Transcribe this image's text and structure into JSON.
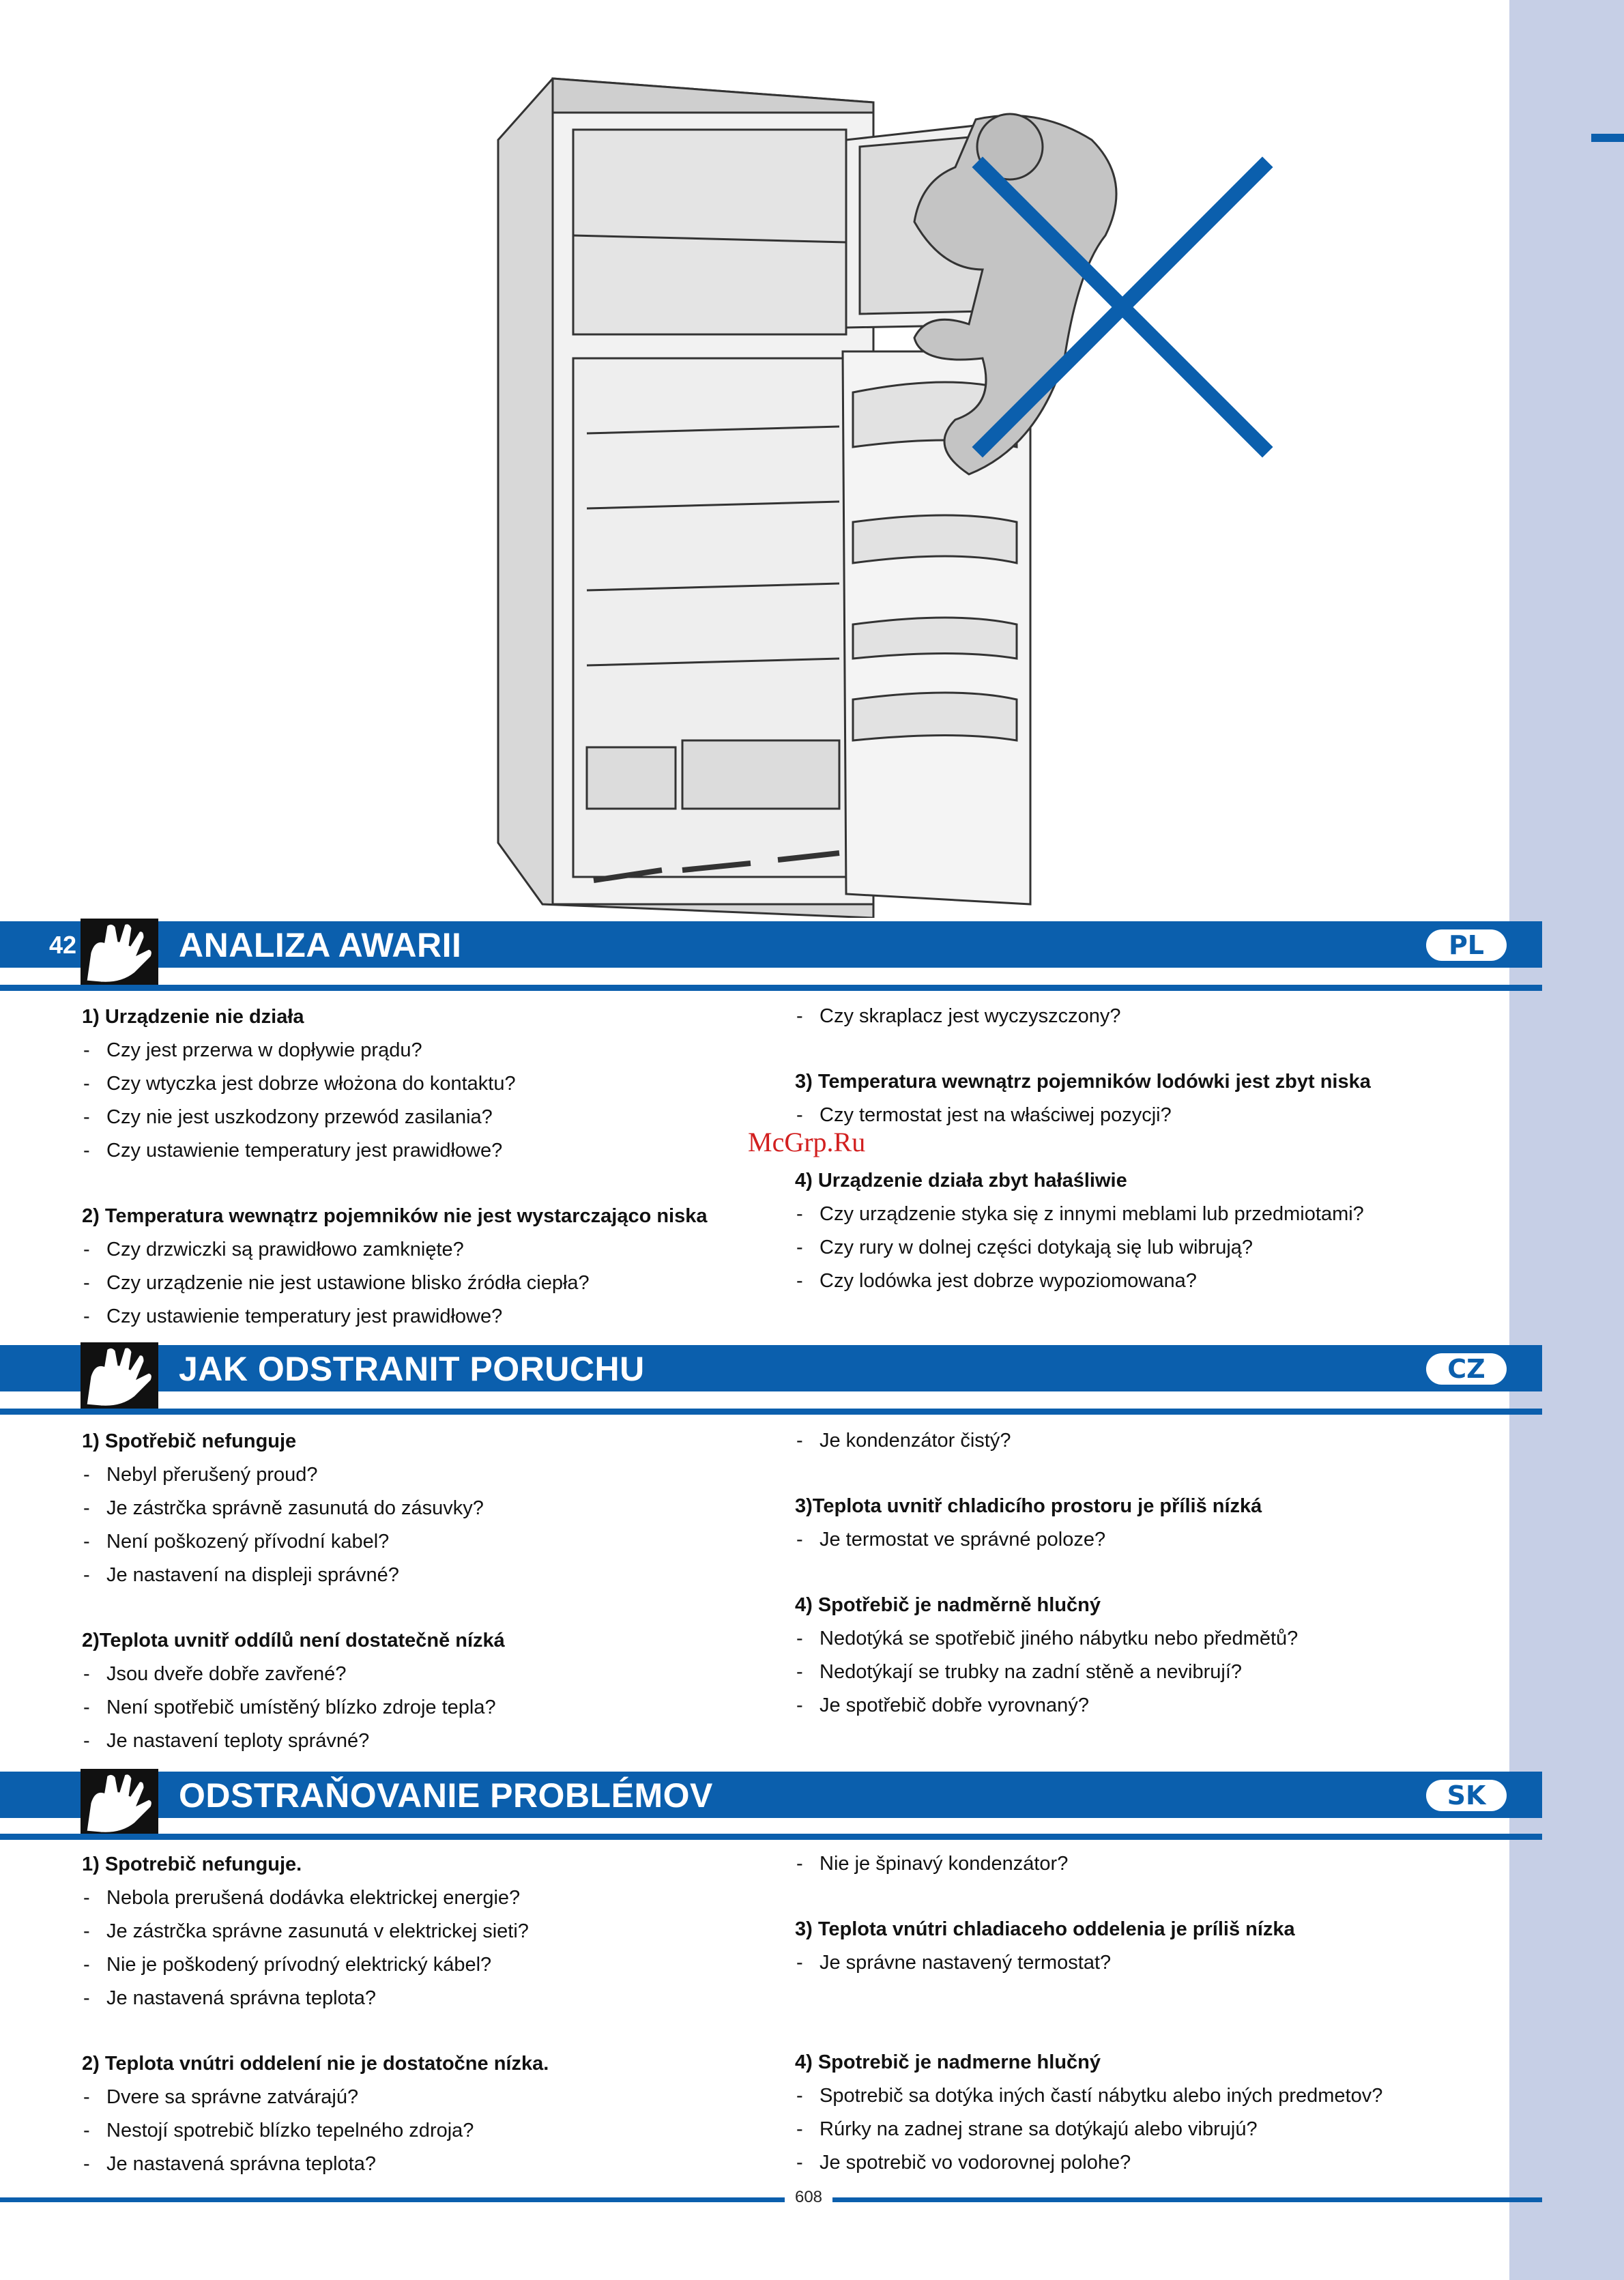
{
  "page_number": "42",
  "watermark": "McGrp.Ru",
  "footer_page": "608",
  "colors": {
    "accent": "#0b5fad",
    "side_strip": "#c6cfe6",
    "watermark": "#d21f1f"
  },
  "icons": [
    "hand-icon",
    "cross-out-icon",
    "refrigerator-illustration"
  ],
  "sections": [
    {
      "title": "ANALIZA AWARII",
      "lang": "PL",
      "left": [
        {
          "type": "head",
          "text": "1) Urządzenie nie działa"
        },
        {
          "type": "item",
          "text": "Czy jest przerwa w dopływie prądu?"
        },
        {
          "type": "item",
          "text": "Czy wtyczka jest dobrze włożona do kontaktu?"
        },
        {
          "type": "item",
          "text": "Czy nie jest uszkodzony przewód zasilania?"
        },
        {
          "type": "item",
          "text": "Czy ustawienie temperatury jest prawidłowe?"
        },
        {
          "type": "gap"
        },
        {
          "type": "head",
          "text": "2) Temperatura wewnątrz pojemników nie jest wystarczająco niska"
        },
        {
          "type": "item",
          "text": "Czy drzwiczki są prawidłowo zamknięte?"
        },
        {
          "type": "item",
          "text": "Czy urządzenie nie jest ustawione blisko źródła ciepła?"
        },
        {
          "type": "item",
          "text": "Czy ustawienie temperatury jest prawidłowe?"
        }
      ],
      "right": [
        {
          "type": "item",
          "text": "Czy skraplacz jest wyczyszczony?"
        },
        {
          "type": "gap"
        },
        {
          "type": "head",
          "text": "3) Temperatura wewnątrz pojemników lodówki jest zbyt niska"
        },
        {
          "type": "item",
          "text": "Czy termostat jest na właściwej pozycji?"
        },
        {
          "type": "gap"
        },
        {
          "type": "head",
          "text": "4) Urządzenie działa zbyt hałaśliwie"
        },
        {
          "type": "item",
          "text": "Czy urządzenie styka się z innymi meblami lub przedmiotami?"
        },
        {
          "type": "item",
          "text": "Czy rury w dolnej części dotykają się lub wibrują?"
        },
        {
          "type": "item",
          "text": "Czy lodówka jest dobrze wypoziomowana?"
        }
      ]
    },
    {
      "title": "JAK ODSTRANIT PORUCHU",
      "lang": "CZ",
      "left": [
        {
          "type": "head",
          "text": "1) Spotřebič nefunguje"
        },
        {
          "type": "item",
          "text": "Nebyl přerušený proud?"
        },
        {
          "type": "item",
          "text": "Je zástrčka správně zasunutá do zásuvky?"
        },
        {
          "type": "item",
          "text": "Není poškozený přívodní kabel?"
        },
        {
          "type": "item",
          "text": "Je nastavení na displeji správné?"
        },
        {
          "type": "gap"
        },
        {
          "type": "head",
          "text": "2)Teplota uvnitř oddílů není dostatečně nízká"
        },
        {
          "type": "item",
          "text": "Jsou dveře dobře zavřené?"
        },
        {
          "type": "item",
          "text": "Není spotřebič umístěný blízko zdroje tepla?"
        },
        {
          "type": "item",
          "text": "Je nastavení teploty správné?"
        }
      ],
      "right": [
        {
          "type": "item",
          "text": "Je kondenzátor čistý?"
        },
        {
          "type": "gap"
        },
        {
          "type": "head",
          "text": "3)Teplota uvnitř chladicího prostoru je příliš nízká"
        },
        {
          "type": "item",
          "text": "Je termostat ve správné poloze?"
        },
        {
          "type": "gap"
        },
        {
          "type": "head",
          "text": "4) Spotřebič je nadměrně hlučný"
        },
        {
          "type": "item",
          "text": "Nedotýká se spotřebič jiného nábytku nebo předmětů?"
        },
        {
          "type": "item",
          "text": "Nedotýkají se trubky na zadní stěně a nevibrují?"
        },
        {
          "type": "item",
          "text": "Je spotřebič dobře vyrovnaný?"
        }
      ]
    },
    {
      "title": "ODSTRAŇOVANIE PROBLÉMOV",
      "lang": "SK",
      "left": [
        {
          "type": "head",
          "text": "1) Spotrebič nefunguje."
        },
        {
          "type": "item",
          "text": "Nebola prerušená dodávka elektrickej energie?"
        },
        {
          "type": "item",
          "text": "Je zástrčka správne zasunutá v elektrickej sieti?"
        },
        {
          "type": "item",
          "text": "Nie je poškodený prívodný elektrický kábel?"
        },
        {
          "type": "item",
          "text": "Je nastavená správna teplota?"
        },
        {
          "type": "gap"
        },
        {
          "type": "head",
          "text": "2) Teplota vnútri oddelení nie je dostatočne nízka."
        },
        {
          "type": "item",
          "text": "Dvere sa správne zatvárajú?"
        },
        {
          "type": "item",
          "text": "Nestojí spotrebič blízko tepelného zdroja?"
        },
        {
          "type": "item",
          "text": "Je nastavená správna teplota?"
        }
      ],
      "right": [
        {
          "type": "item",
          "text": "Nie je špinavý kondenzátor?"
        },
        {
          "type": "gap"
        },
        {
          "type": "head",
          "text": "3) Teplota vnútri chladiaceho oddelenia je príliš nízka"
        },
        {
          "type": "item",
          "text": "Je správne nastavený termostat?"
        },
        {
          "type": "gap-big"
        },
        {
          "type": "head",
          "text": "4) Spotrebič je nadmerne hlučný"
        },
        {
          "type": "item",
          "text": "Spotrebič sa dotýka iných častí nábytku alebo iných predmetov?"
        },
        {
          "type": "item",
          "text": "Rúrky na zadnej strane sa dotýkajú alebo vibrujú?"
        },
        {
          "type": "item",
          "text": "Je spotrebič vo vodorovnej polohe?"
        }
      ]
    }
  ]
}
